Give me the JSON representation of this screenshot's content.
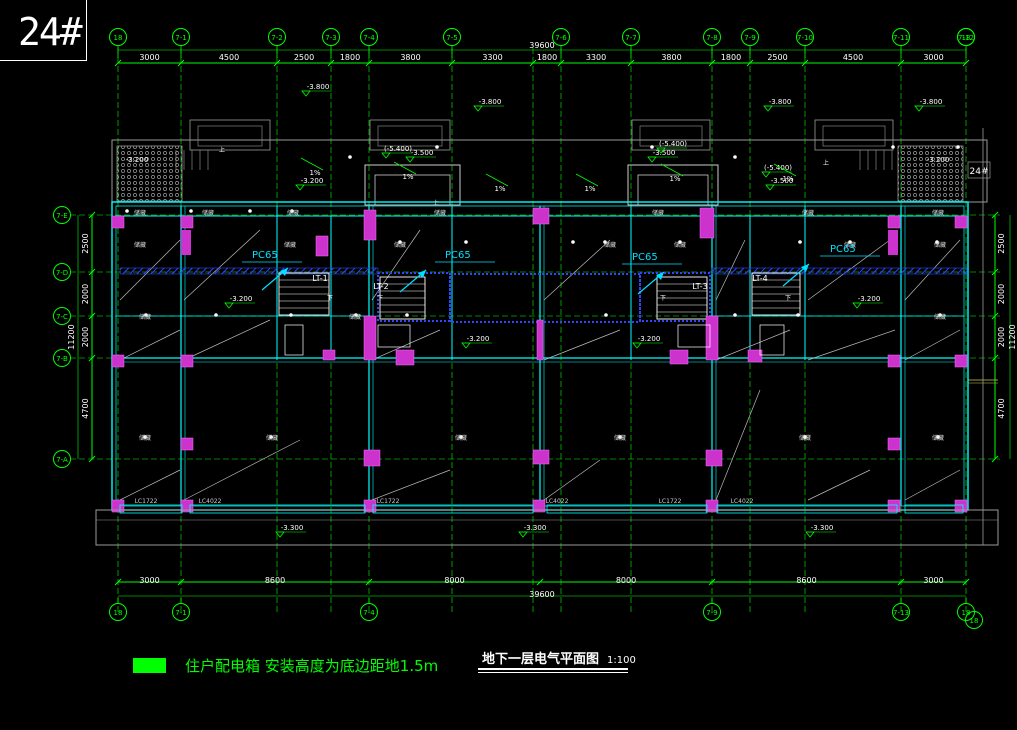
{
  "building_tag": "24#",
  "drawing_title": "地下一层电气平面图",
  "drawing_scale": "1:100",
  "legend": {
    "swatch_color": "#00ff00",
    "text": "住户配电箱  安装高度为底边距地1.5m"
  },
  "colors": {
    "dimension": "#00ff00",
    "wall": "#00ffff",
    "column": "#cc33cc",
    "conduit": "#3344ff",
    "linework": "#ffffff",
    "dark_line": "#9a9a9a",
    "callout": "#00e0ff"
  },
  "top_axes": [
    "18",
    "7-1",
    "7-2",
    "7-3",
    "7-4",
    "7-5",
    "7-6",
    "7-7",
    "7-8",
    "7-9",
    "7-10",
    "7-11",
    "7-12",
    "7-13",
    "18"
  ],
  "bottom_axes": [
    "18",
    "7-1",
    "7-4",
    "7-9",
    "7-13",
    "18"
  ],
  "left_axes": [
    "7-E",
    "7-D",
    "7-C",
    "7-B",
    "7-A"
  ],
  "top_dims": [
    "3000",
    "4500",
    "2500",
    "1800",
    "3800",
    "3300",
    "1800",
    "3300",
    "3800",
    "1800",
    "2500",
    "4500",
    "3000"
  ],
  "top_total": "39600",
  "bottom_dims": [
    "3000",
    "8600",
    "8000",
    "8000",
    "8600",
    "3000"
  ],
  "bottom_total": "39600",
  "left_dims": [
    "2500",
    "2000",
    "2000",
    "4700"
  ],
  "left_total": "11200",
  "right_dims": [
    "2500",
    "2000",
    "2000",
    "4700"
  ],
  "right_total": "11200",
  "elevations": [
    "-3.800",
    "-3.800",
    "-3.800",
    "-3.800",
    "-3.200",
    "-3.200",
    "-3.200",
    "-3.200",
    "-3.300",
    "-3.300",
    "-3.300",
    "-3.500",
    "-3.500",
    "(-5.400)",
    "(-5.400)",
    "(-5.400)",
    "-3.500",
    "-3.200"
  ],
  "pc_labels": [
    "PC65",
    "PC65",
    "PC65",
    "PC65"
  ],
  "stair_labels": [
    "LT-1",
    "LT-2",
    "LT-3",
    "LT-4"
  ],
  "window_labels": [
    "LC1722",
    "LC4022",
    "LC1722",
    "LC4022",
    "LC1722",
    "LC4022"
  ],
  "side_label": "24#",
  "slopes": [
    "1%",
    "1%",
    "1%",
    "1%",
    "1%",
    "1%"
  ],
  "room_label": "储藏",
  "stair_up": "上",
  "stair_down": "下"
}
